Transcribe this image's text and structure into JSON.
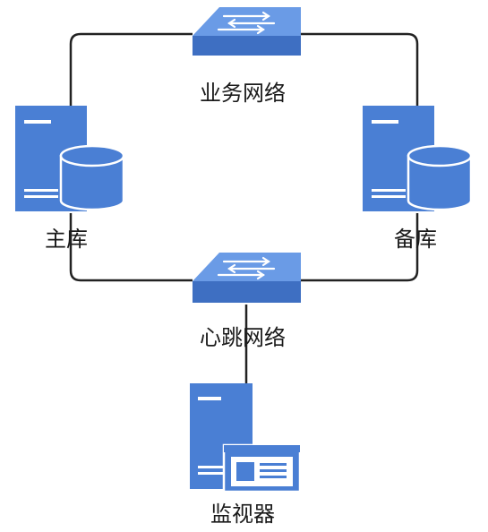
{
  "labels": {
    "business_network": "业务网络",
    "primary_db": "主库",
    "standby_db": "备库",
    "heartbeat_network": "心跳网络",
    "monitor": "监视器"
  },
  "colors": {
    "device_blue": "#4A7FD4",
    "device_top": "#6A9BE6",
    "device_front": "#3E6FC2",
    "line": "#222222",
    "white": "#ffffff"
  },
  "icons": {
    "switch": "network-switch-icon",
    "server": "server-icon",
    "database": "database-icon",
    "monitor": "monitor-icon"
  }
}
